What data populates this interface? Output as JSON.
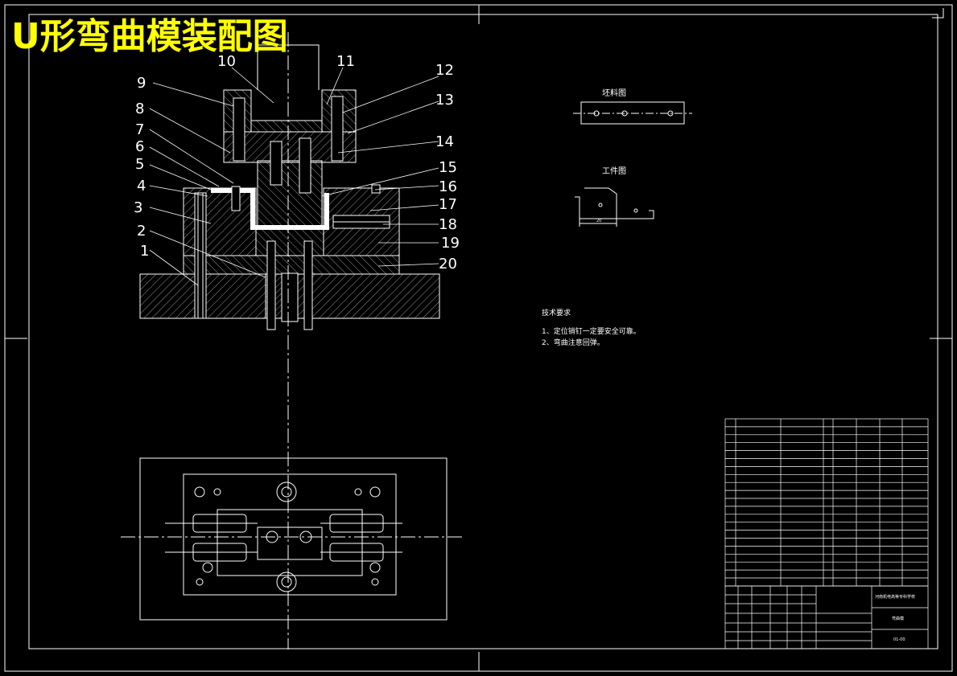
{
  "title": "U形弯曲模装配图",
  "part_numbers": [
    "1",
    "2",
    "3",
    "4",
    "5",
    "6",
    "7",
    "8",
    "9",
    "10",
    "11",
    "12",
    "13",
    "14",
    "15",
    "16",
    "17",
    "18",
    "19",
    "20"
  ],
  "blank_drawing_label": "坯料图",
  "workpiece_drawing_label": "工件图",
  "workpiece_dimension": "20",
  "tech_requirements": {
    "heading": "技术要求",
    "items": [
      "1、定位销钉一定要安全可靠。",
      "2、弯曲注意回弹。"
    ]
  },
  "title_block": {
    "drawing_name": "弯曲模",
    "drawing_code": "01-00",
    "school": "河南机电高等专科学校"
  },
  "colors": {
    "title": "#ffff00",
    "line": "#ffffff",
    "hatch": "#bfbfbf",
    "background": "#000000"
  }
}
